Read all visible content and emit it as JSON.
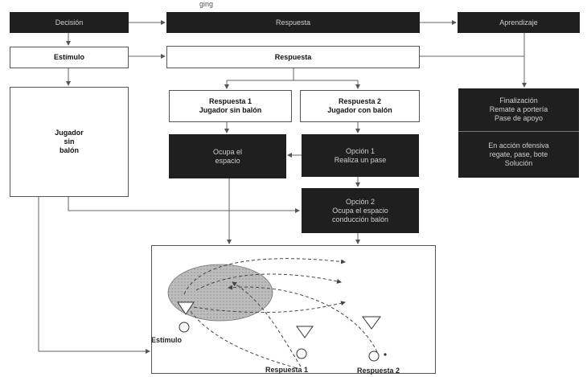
{
  "header": {
    "caption": "ging"
  },
  "top_row": {
    "box1": "Decisión",
    "box2": "Respuesta",
    "box3": "Aprendizaje"
  },
  "row2": {
    "estimulo": "Estímulo",
    "respuesta": "Respuesta"
  },
  "jugador_sin_balon": [
    "Jugador",
    "sin",
    "balón"
  ],
  "respuesta1": [
    "Respuesta 1",
    "Jugador sin balón"
  ],
  "respuesta2": [
    "Respuesta 2",
    "Jugador con balón"
  ],
  "ocupa_espacio": [
    "Ocupa el",
    "espacio"
  ],
  "opcion1": [
    "Opción 1",
    "Realiza un pase"
  ],
  "opcion2": [
    "Opción 2",
    "Ocupa el espacio",
    "conducción balón"
  ],
  "right_col": {
    "box1": [
      "Finalización",
      "Remate a portería",
      "Pase de apoyo"
    ],
    "box2": [
      "En acción ofensiva",
      "regate, pase, bote",
      "Solución"
    ]
  },
  "field_labels": {
    "estimulo": "Estímulo",
    "respuesta1": "Respuesta 1",
    "respuesta2": "Respuesta 2"
  },
  "colors": {
    "dark_box": "#1f1f1f",
    "line": "#555555",
    "zone": "#b9b9b9"
  }
}
